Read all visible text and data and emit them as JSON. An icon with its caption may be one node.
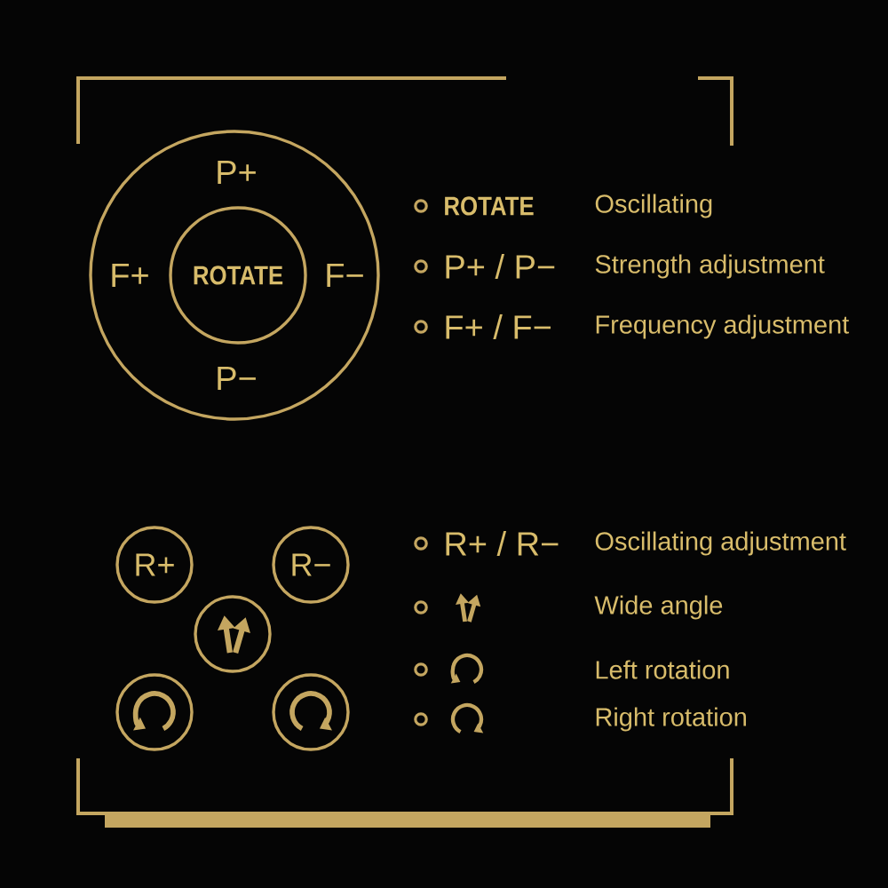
{
  "diagram": {
    "nodes": [
      {
        "text": [
          "P+",
          "F+",
          "F−",
          "P−"
        ]
      },
      {
        "text": [
          "ROTATE"
        ],
        "in": 0
      },
      {
        "text": [
          "R+"
        ]
      },
      {
        "text": [
          "R−"
        ]
      },
      {
        "text": [],
        "shape": "circle"
      },
      {
        "text": [],
        "shape": "circle"
      },
      {
        "text": [],
        "shape": "circle"
      }
    ],
    "labels": [
      "ROTATE",
      "Oscillating",
      "P+ / P−",
      "Strength adjustment",
      "F+ / F−",
      "Frequency adjustment",
      "R+ / R−",
      "Oscillating adjustment",
      "Wide angle",
      "Left rotation",
      "Right rotation"
    ]
  }
}
